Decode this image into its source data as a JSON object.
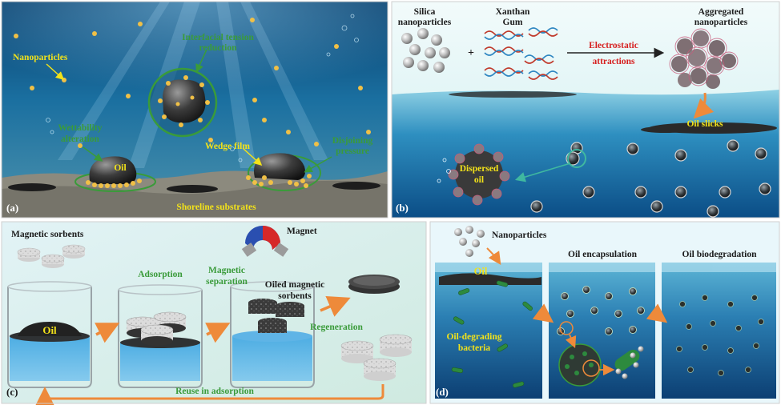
{
  "panel_a": {
    "tag": "(a)",
    "labels": {
      "nanoparticles": "Nanoparticles",
      "interfacial_1": "Interfacial tension",
      "interfacial_2": "reduction",
      "wettability_1": "Wettability",
      "wettability_2": "alteration",
      "oil": "Oil",
      "wedge_film": "Wedge film",
      "disjoining_1": "Disjoining",
      "disjoining_2": "pressure",
      "substrates": "Shoreline substrates"
    }
  },
  "panel_b": {
    "tag": "(b)",
    "labels": {
      "silica_1": "Silica",
      "silica_2": "nanoparticles",
      "plus": "+",
      "xanthan_1": "Xanthan",
      "xanthan_2": "Gum",
      "electrostatic_1": "Electrostatic",
      "electrostatic_2": "attractions",
      "aggregated_1": "Aggregated",
      "aggregated_2": "nanoparticles",
      "oil_slicks": "Oil slicks",
      "dispersed_1": "Dispersed",
      "dispersed_2": "oil"
    }
  },
  "panel_c": {
    "tag": "(c)",
    "labels": {
      "magnetic_sorbents": "Magnetic sorbents",
      "oil": "Oil",
      "adsorption": "Adsorption",
      "magnet": "Magnet",
      "magnetic_1": "Magnetic",
      "separation": "separation",
      "oiled_1": "Oiled magnetic",
      "oiled_2": "sorbents",
      "regeneration": "Regeneration",
      "reuse": "Reuse in adsorption"
    }
  },
  "panel_d": {
    "tag": "(d)",
    "labels": {
      "nanoparticles": "Nanoparticles",
      "encapsulation": "Oil encapsulation",
      "biodegradation": "Oil biodegradation",
      "oil": "Oil",
      "bacteria_1": "Oil-degrading",
      "bacteria_2": "bacteria"
    }
  },
  "colors": {
    "label_yellow": "#f2e21a",
    "label_green": "#3a9b3a",
    "label_red": "#d61f1f",
    "arrow_orange": "#ee8a3a"
  }
}
